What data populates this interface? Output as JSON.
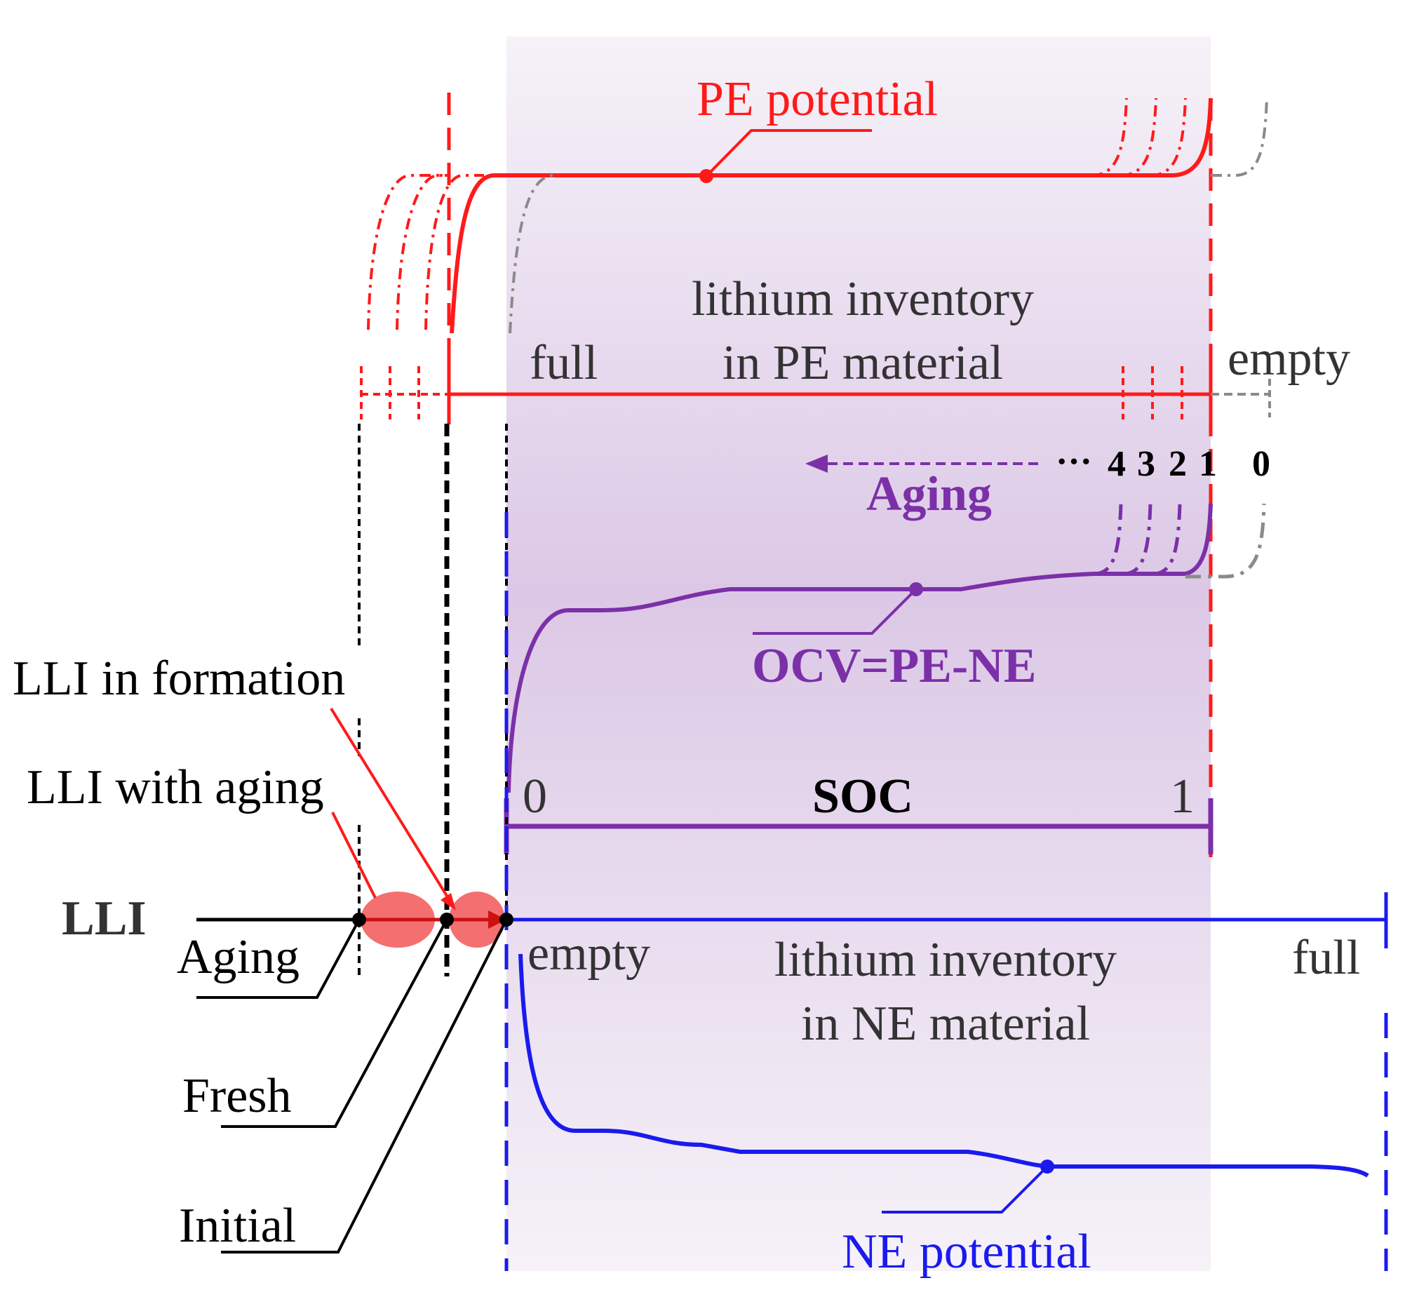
{
  "labels": {
    "pe_potential": "PE potential",
    "pe_inventory_line1": "lithium inventory",
    "pe_inventory_line2": "in PE material",
    "pe_full": "full",
    "pe_empty": "empty",
    "aging_arrow_label": "Aging",
    "aging_ellipsis": "···",
    "aging_index_4": "4",
    "aging_index_3": "3",
    "aging_index_2": "2",
    "aging_index_1": "1",
    "aging_index_0": "0",
    "ocv": "OCV=PE-NE",
    "soc_axis": "SOC",
    "soc_zero": "0",
    "soc_one": "1",
    "lli_formation": "LLI in formation",
    "lli_aging": "LLI with aging",
    "lli": "LLI",
    "aging_state": "Aging",
    "fresh_state": "Fresh",
    "initial_state": "Initial",
    "ne_empty": "empty",
    "ne_full": "full",
    "ne_inventory_line1": "lithium inventory",
    "ne_inventory_line2": "in NE material",
    "ne_potential": "NE potential"
  },
  "colors": {
    "pe": "#ff1a1a",
    "ne": "#1a1aee",
    "ocv": "#7b30a8",
    "region": "#e6d6ec",
    "lli_blob": "#f47070",
    "gray": "#8a8a8a",
    "text": "#333333",
    "black": "#000000"
  }
}
